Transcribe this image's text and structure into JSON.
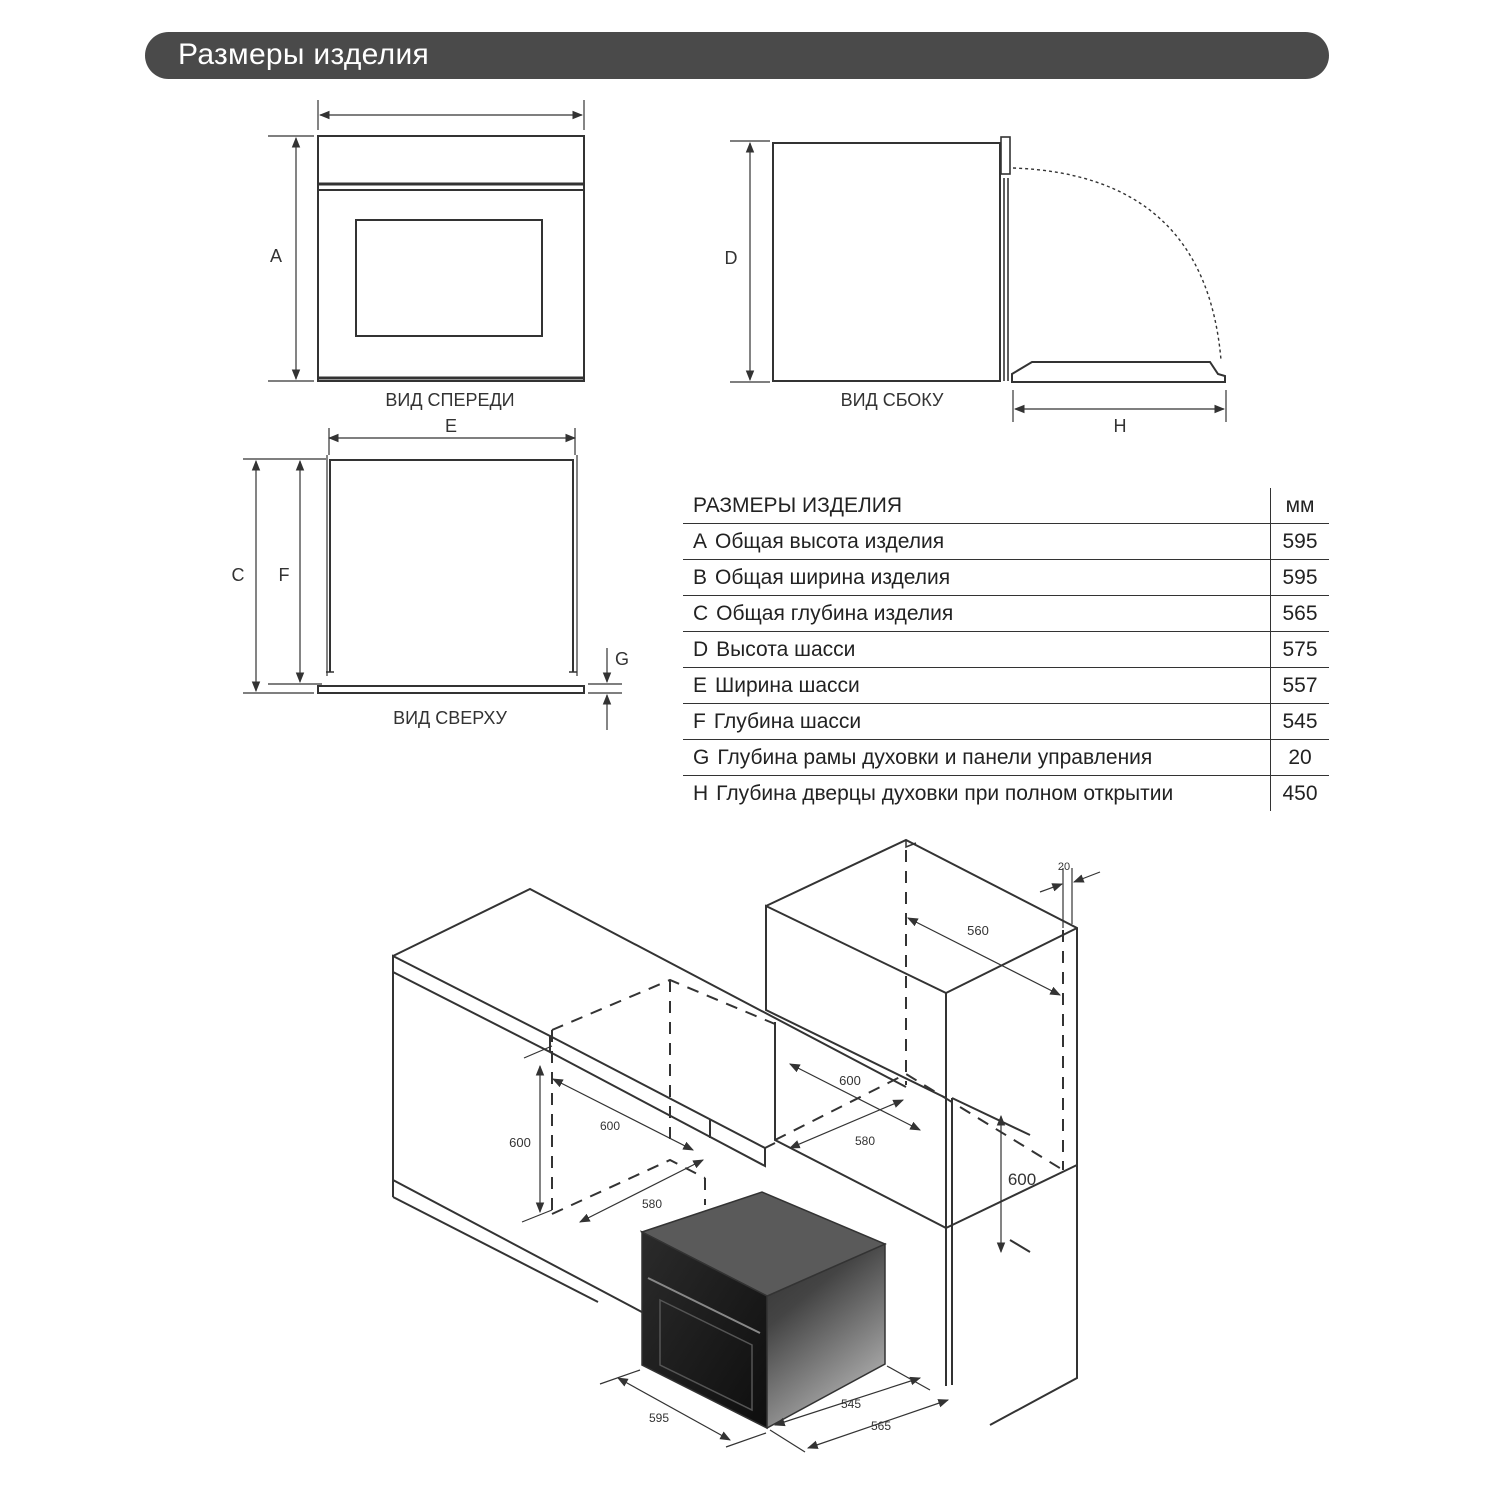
{
  "title": "Размеры изделия",
  "views": {
    "front_label": "ВИД СПЕРЕДИ",
    "side_label": "ВИД СБОКУ",
    "top_label": "ВИД СВЕРХУ"
  },
  "dimension_letters": {
    "A": "A",
    "C": "C",
    "D": "D",
    "E": "E",
    "F": "F",
    "G": "G",
    "H": "H"
  },
  "table": {
    "header_name": "РАЗМЕРЫ ИЗДЕЛИЯ",
    "header_unit": "мм",
    "rows": [
      {
        "letter": "A",
        "name": "Общая высота изделия",
        "value": "595"
      },
      {
        "letter": "B",
        "name": "Общая ширина изделия",
        "value": "595"
      },
      {
        "letter": "C",
        "name": "Общая глубина изделия",
        "value": "565"
      },
      {
        "letter": "D",
        "name": "Высота шасси",
        "value": "575"
      },
      {
        "letter": "E",
        "name": "Ширина шасси",
        "value": "557"
      },
      {
        "letter": "F",
        "name": "Глубина шасси",
        "value": "545"
      },
      {
        "letter": "G",
        "name": "Глубина рамы духовки и панели управления",
        "value": "20"
      },
      {
        "letter": "H",
        "name": "Глубина дверцы духовки при полном открытии",
        "value": "450"
      }
    ]
  },
  "installation": {
    "dim_20": "20",
    "dim_560": "560",
    "dim_600_a": "600",
    "dim_600_b": "600",
    "dim_600_c": "600",
    "dim_600_d": "600",
    "dim_580_a": "580",
    "dim_580_b": "580",
    "dim_595": "595",
    "dim_545": "545",
    "dim_565": "565"
  }
}
